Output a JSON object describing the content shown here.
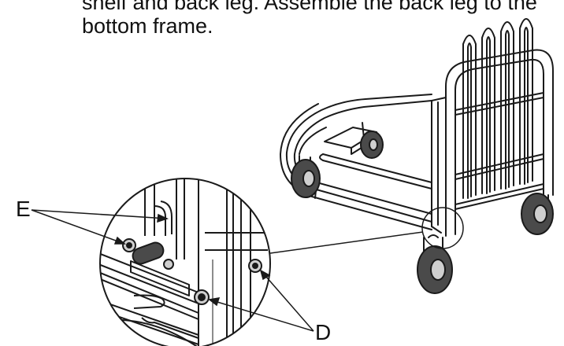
{
  "instructions": {
    "line1": "shelf and back leg. Assemble the back leg to the",
    "line2": "bottom frame."
  },
  "callouts": {
    "e": "E",
    "d": "D"
  },
  "colors": {
    "line": "#1a1a1a",
    "wheel": "#4a4a4a",
    "hub": "#cfcfcf",
    "background": "#ffffff"
  }
}
